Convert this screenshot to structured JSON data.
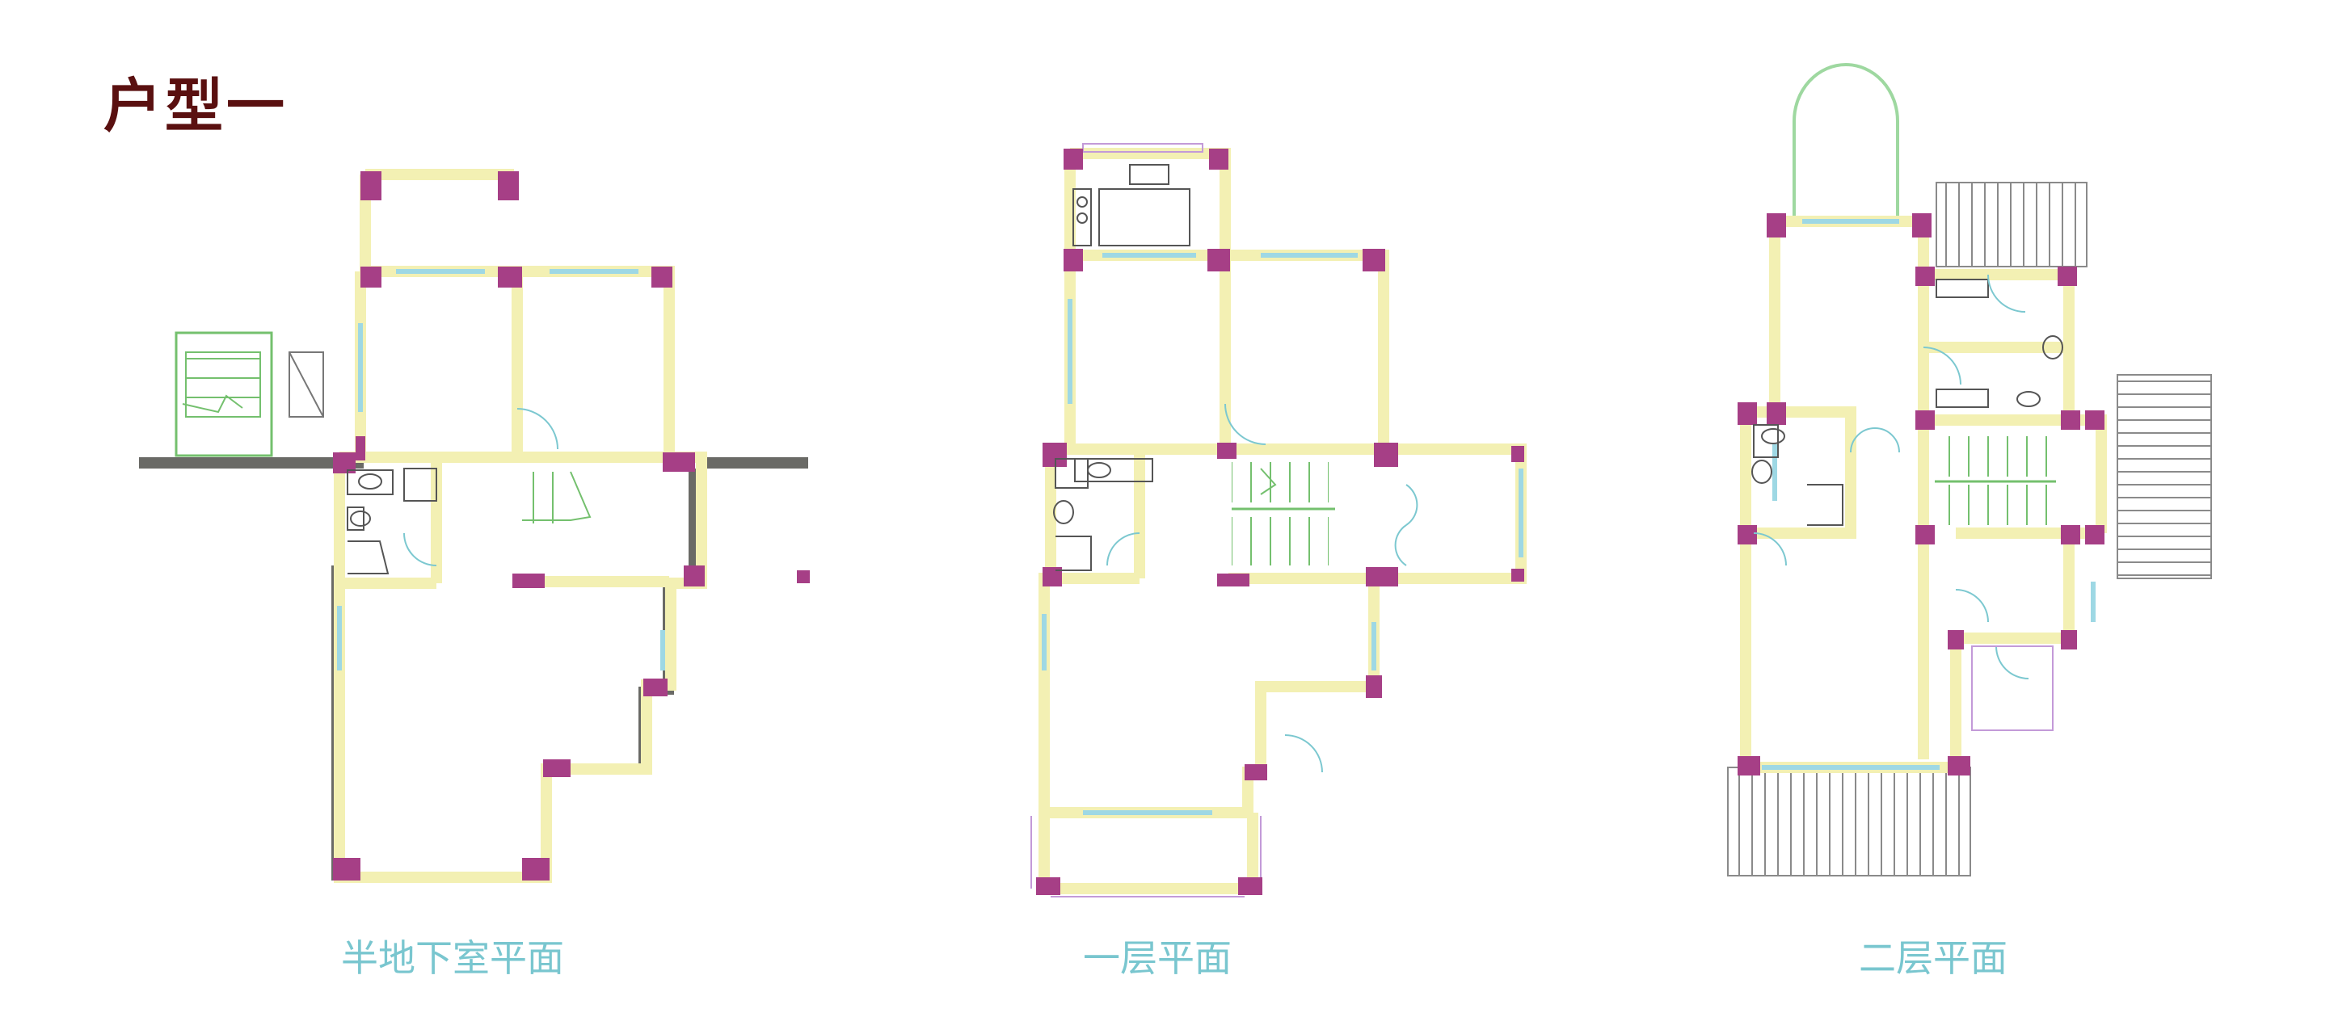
{
  "title": "户型一",
  "plans": {
    "basement": {
      "label": "半地下室平面"
    },
    "first": {
      "label": "一层平面"
    },
    "second": {
      "label": "二层平面"
    }
  },
  "colors": {
    "title": "#5a1010",
    "label": "#79c6cf",
    "wall": "#f3f0b3",
    "column": "#a63f86",
    "window": "#9ed8e4",
    "retaining_wall": "#6a6a66",
    "stair": "#74c06e",
    "door_swing": "#7cc8d0",
    "fixture": "#555555"
  }
}
